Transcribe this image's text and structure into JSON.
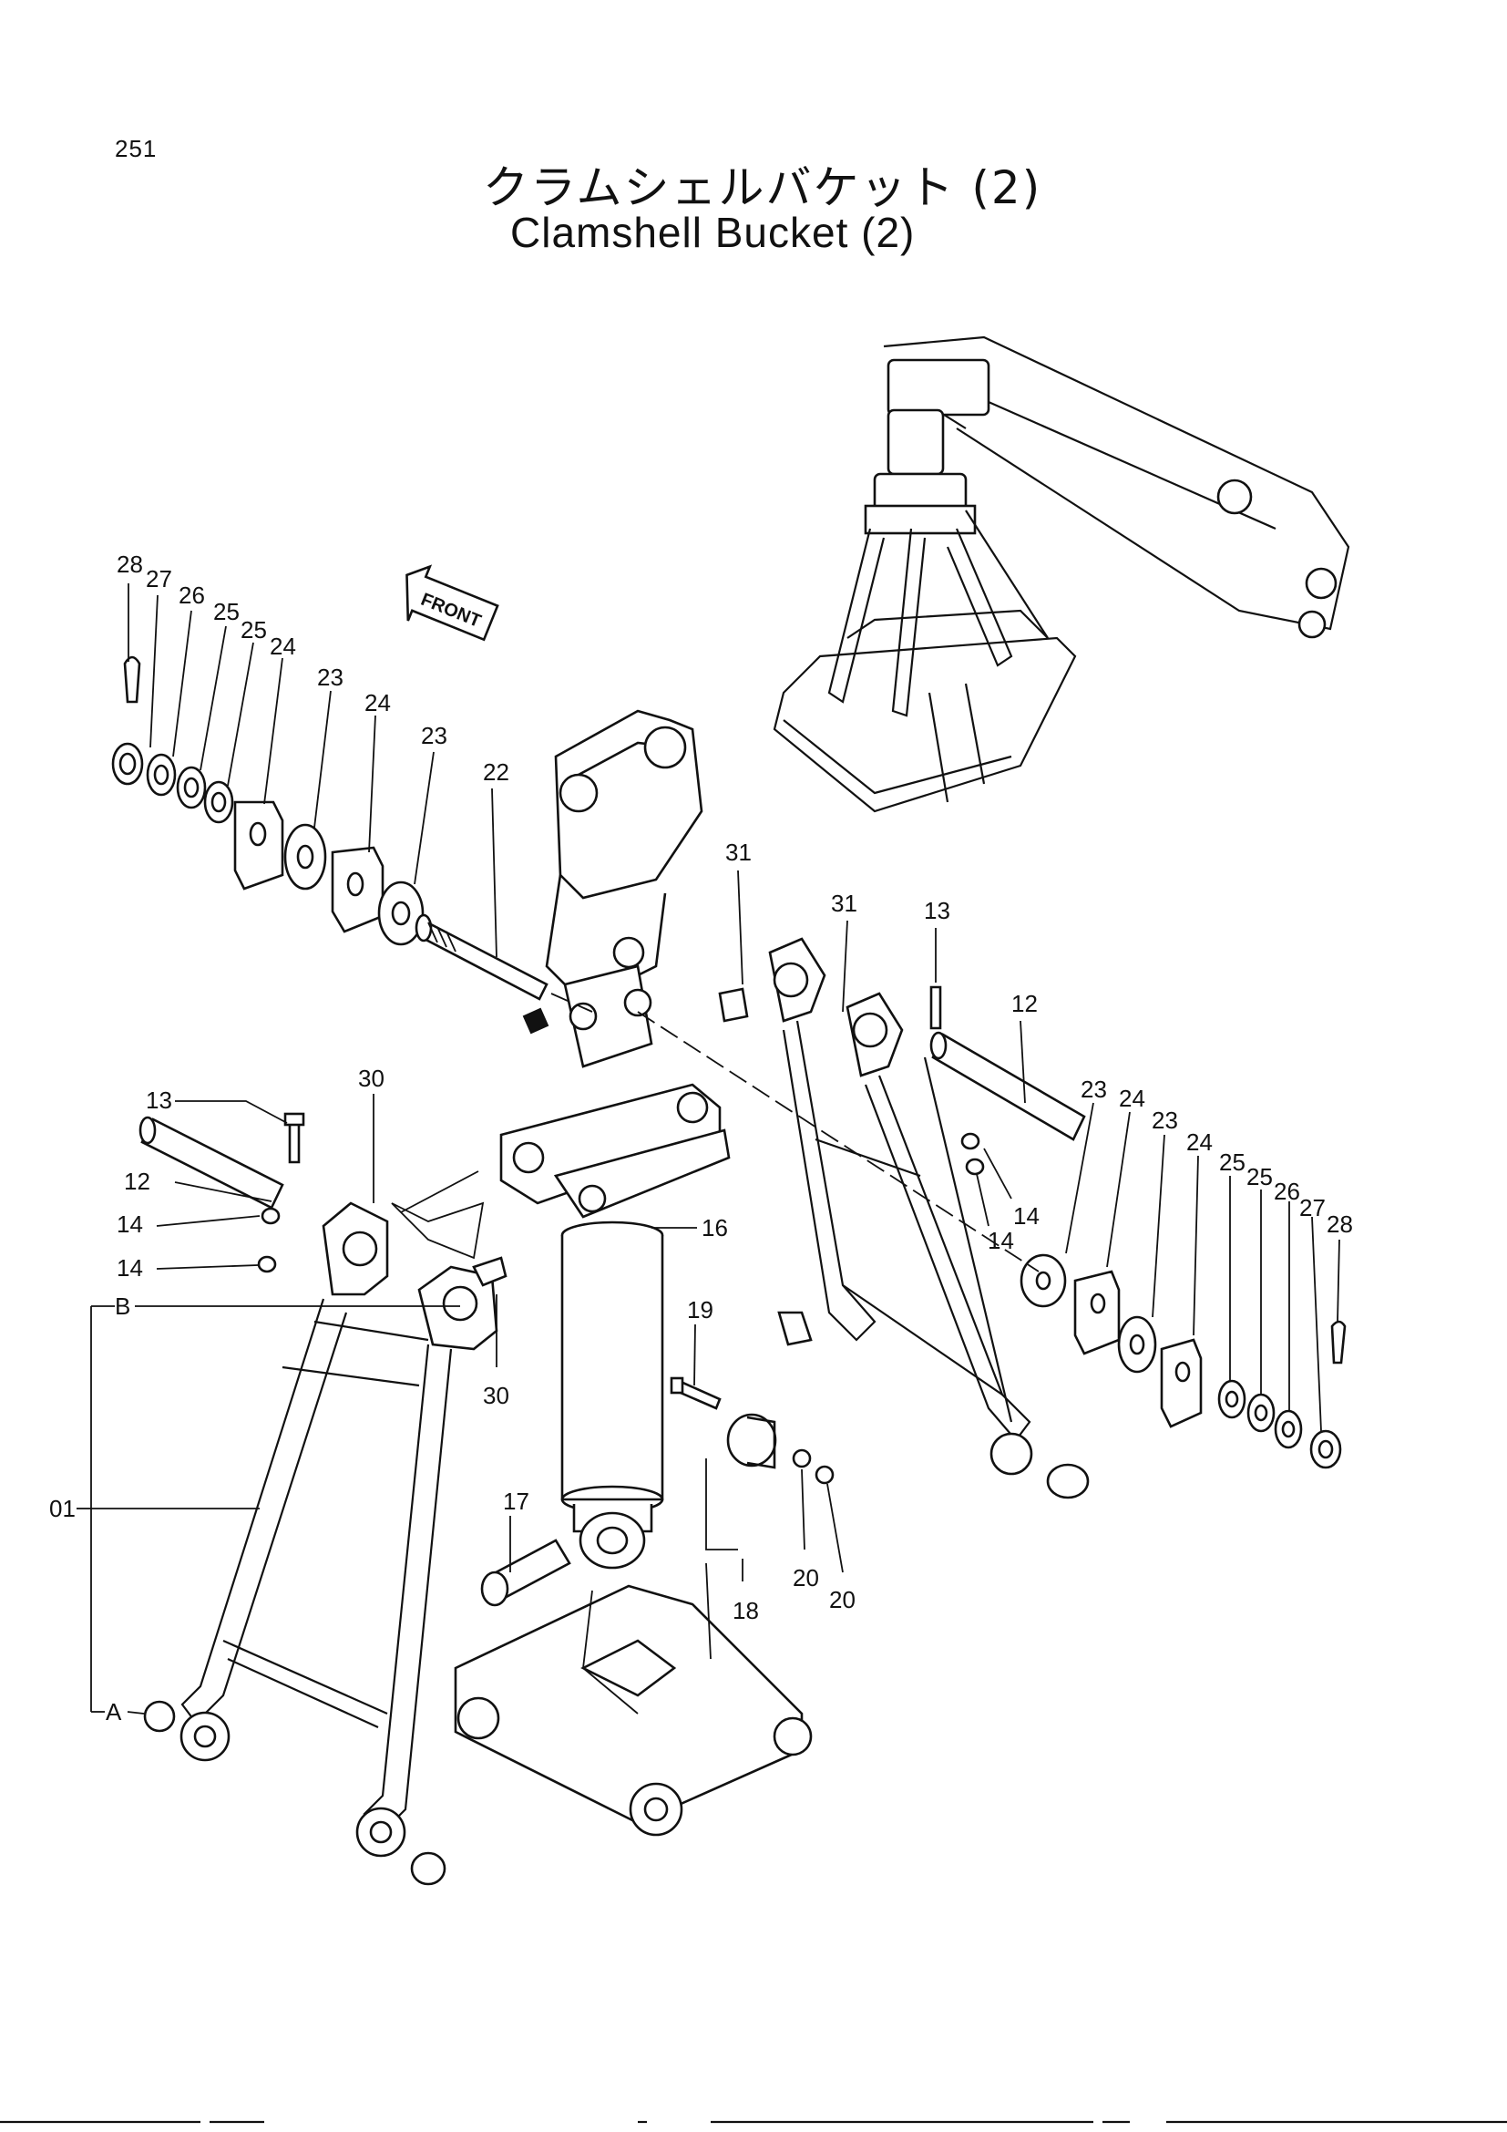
{
  "page_number": "251",
  "title_jp": "クラムシェルバケット (2)",
  "title_en": "Clamshell Bucket (2)",
  "front_arrow_label": "FRONT",
  "part_labels": {
    "l28a": "28",
    "l27a": "27",
    "l26a": "26",
    "l25a": "25",
    "l25b": "25",
    "l24a": "24",
    "l23a": "23",
    "l24b": "24",
    "l23b": "23",
    "l22": "22",
    "l31a": "31",
    "l31b": "31",
    "l13a": "13",
    "l12a": "12",
    "l30a": "30",
    "l13b": "13",
    "l12b": "12",
    "l14a": "14",
    "l14b": "14",
    "l16": "16",
    "l30b": "30",
    "l01": "01",
    "lB": "B",
    "lA": "A",
    "l23c": "23",
    "l24c": "24",
    "l23d": "23",
    "l24d": "24",
    "l25c": "25",
    "l25d": "25",
    "l26b": "26",
    "l27b": "27",
    "l28b": "28",
    "l14c": "14",
    "l14d": "14",
    "l19": "19",
    "l17": "17",
    "l18": "18",
    "l20a": "20",
    "l20b": "20"
  },
  "colors": {
    "ink": "#111111",
    "paper": "#ffffff"
  }
}
